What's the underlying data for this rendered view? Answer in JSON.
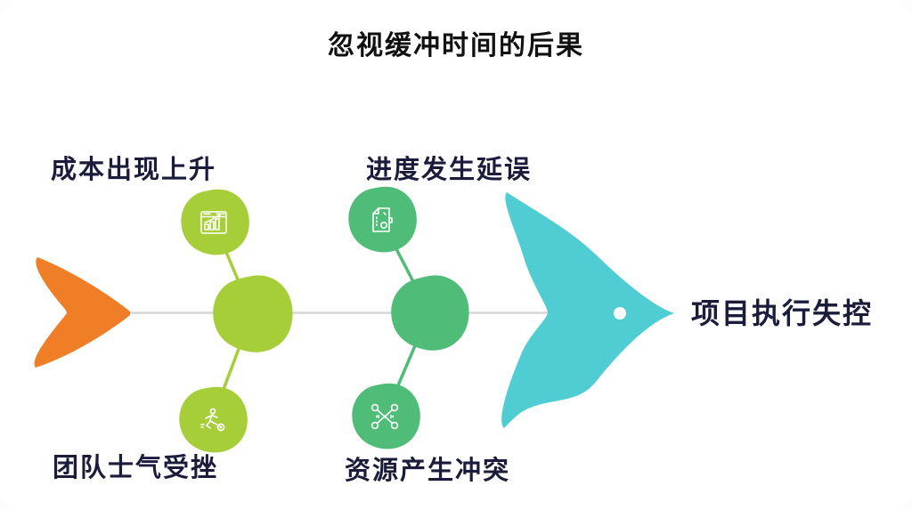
{
  "title": "忽视缓冲时间的后果",
  "diagram": {
    "type": "fishbone",
    "effect": {
      "label": "项目执行失控"
    },
    "causes": [
      {
        "label": "成本出现上升",
        "position": "top-left",
        "icon": "growth-chart-icon",
        "branch_color": "#A5CE39"
      },
      {
        "label": "团队士气受挫",
        "position": "bottom-left",
        "icon": "soccer-player-icon",
        "branch_color": "#A5CE39"
      },
      {
        "label": "进度发生延误",
        "position": "top-center",
        "icon": "delayed-document-icon",
        "branch_color": "#4FBC77"
      },
      {
        "label": "资源产生冲突",
        "position": "bottom-center",
        "icon": "resource-conflict-icon",
        "branch_color": "#4FBC77"
      }
    ],
    "colors": {
      "tail_orange": "#F07E26",
      "branch_lime": "#A5CE39",
      "branch_green": "#4FBC77",
      "head_teal": "#4FCDD2",
      "spine_gray": "#D6D6D6",
      "label_navy": "#1B1C3B",
      "title_black": "#111111",
      "icon_white": "#FFFFFF"
    }
  }
}
